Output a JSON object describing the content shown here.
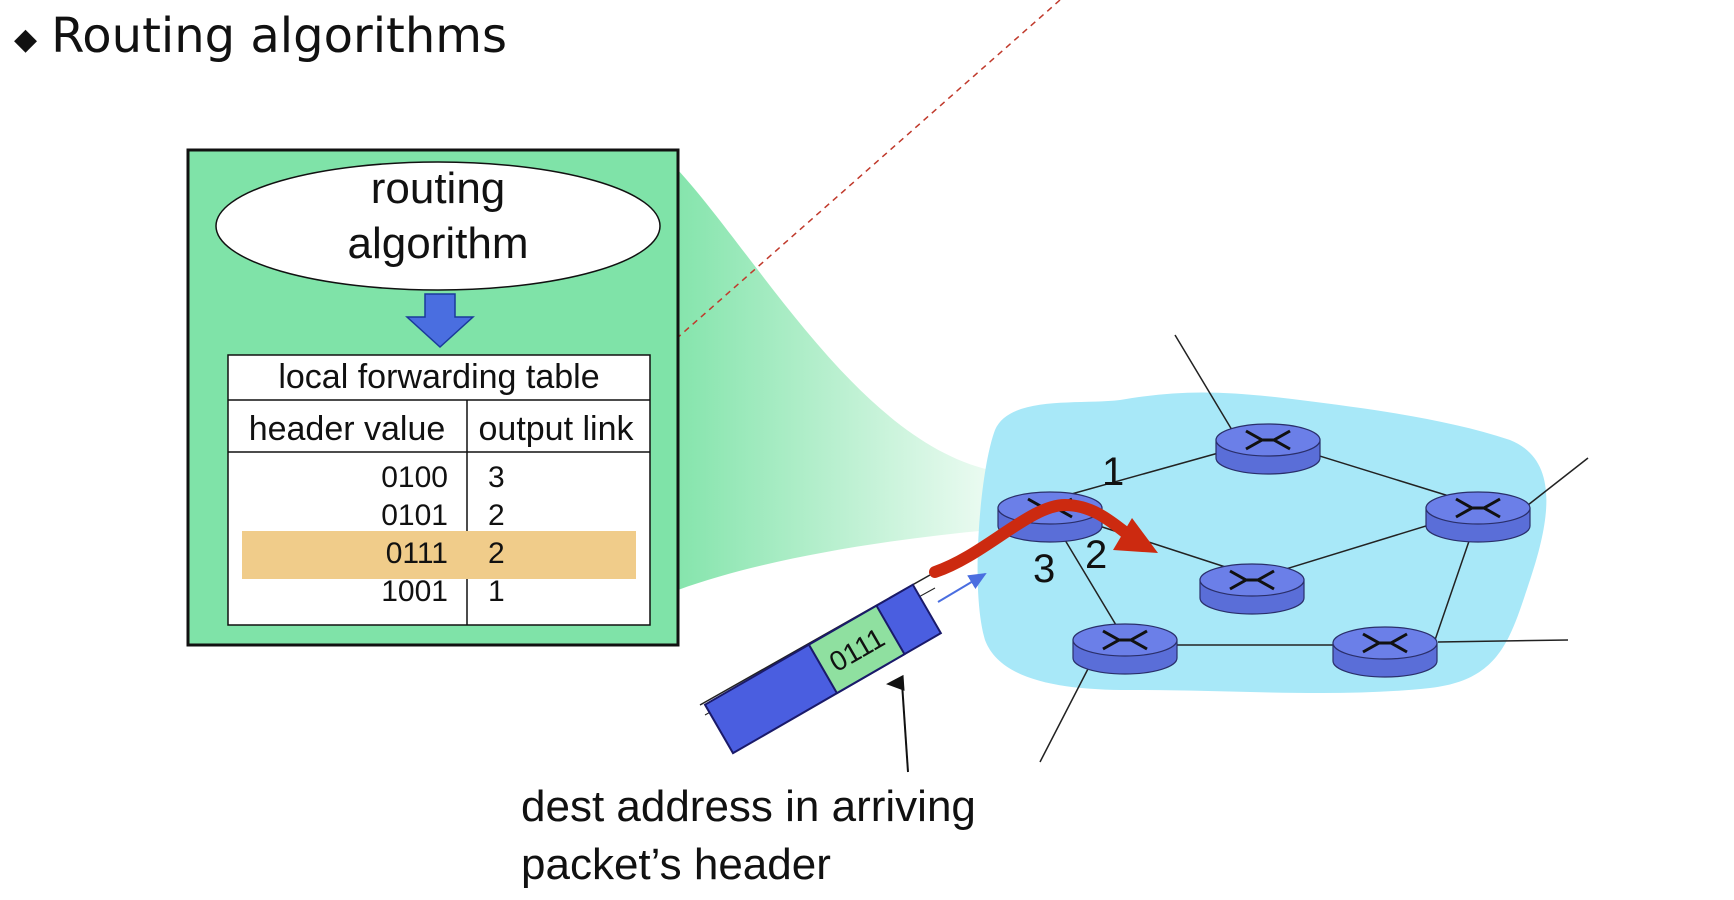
{
  "slide": {
    "bullet_text": "Routing algorithms"
  },
  "router_box": {
    "algorithm_label_line1": "routing",
    "algorithm_label_line2": "algorithm",
    "table": {
      "title": "local forwarding table",
      "headers": [
        "header value",
        "output link"
      ],
      "rows": [
        {
          "header": "0100",
          "link": "3",
          "highlighted": false
        },
        {
          "header": "0101",
          "link": "2",
          "highlighted": false
        },
        {
          "header": "0111",
          "link": "2",
          "highlighted": true
        },
        {
          "header": "1001",
          "link": "1",
          "highlighted": false
        }
      ]
    }
  },
  "network": {
    "link_labels": [
      "1",
      "2",
      "3"
    ]
  },
  "packet": {
    "header_value": "0111"
  },
  "caption": {
    "line1": "dest address in arriving",
    "line2": "packet’s header"
  },
  "colors": {
    "box_green": "#7fe3a8",
    "cloud_blue": "#a8e8f8",
    "router_blue": "#6b7fe8",
    "highlight_row": "#f0cc8a",
    "arrow_red": "#cc2a10",
    "packet_blue": "#4a5ee0",
    "packet_header_green": "#8fe0a0"
  }
}
